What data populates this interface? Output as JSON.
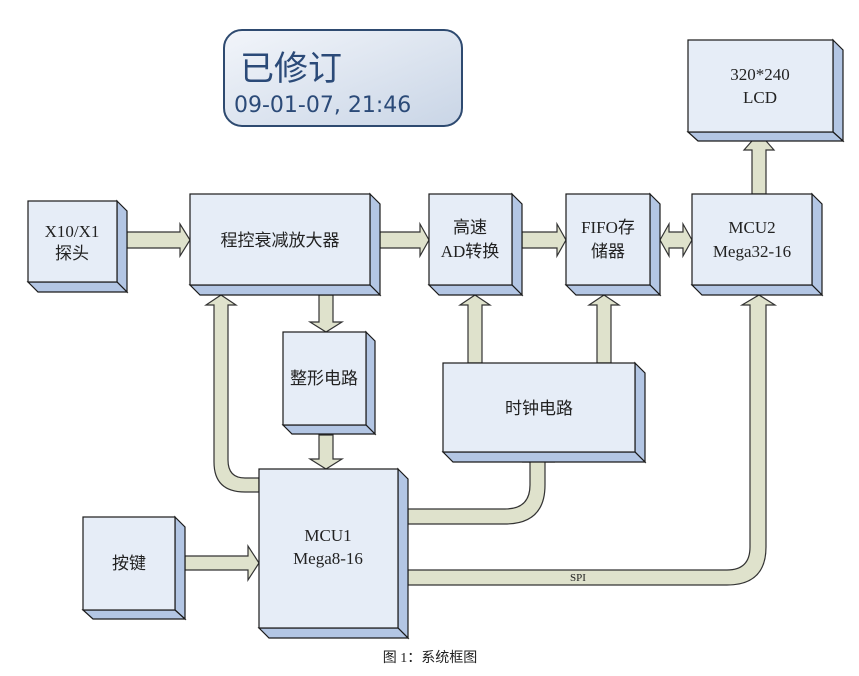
{
  "revision_stamp": {
    "title": "已修订",
    "date": "09-01-07,  21:46"
  },
  "blocks": {
    "probe": [
      "X10/X1",
      "探头"
    ],
    "amplifier": [
      "程控衰减放大器"
    ],
    "adc": [
      "高速",
      "AD转换"
    ],
    "fifo": [
      "FIFO存",
      "储器"
    ],
    "mcu2": [
      "MCU2",
      "Mega32-16"
    ],
    "lcd": [
      "320*240",
      "LCD"
    ],
    "shaper": [
      "整形电路"
    ],
    "clock": [
      "时钟电路"
    ],
    "keys": [
      "按键"
    ],
    "mcu1": [
      "MCU1",
      "Mega8-16"
    ]
  },
  "connections": {
    "spi_label": "SPI"
  },
  "caption": "图 1：系统框图",
  "colors": {
    "block_face": "#e6edf7",
    "block_side": "#b3c6e4",
    "arrow_fill": "#dfe2cc",
    "stamp_text": "#2b4a78"
  }
}
